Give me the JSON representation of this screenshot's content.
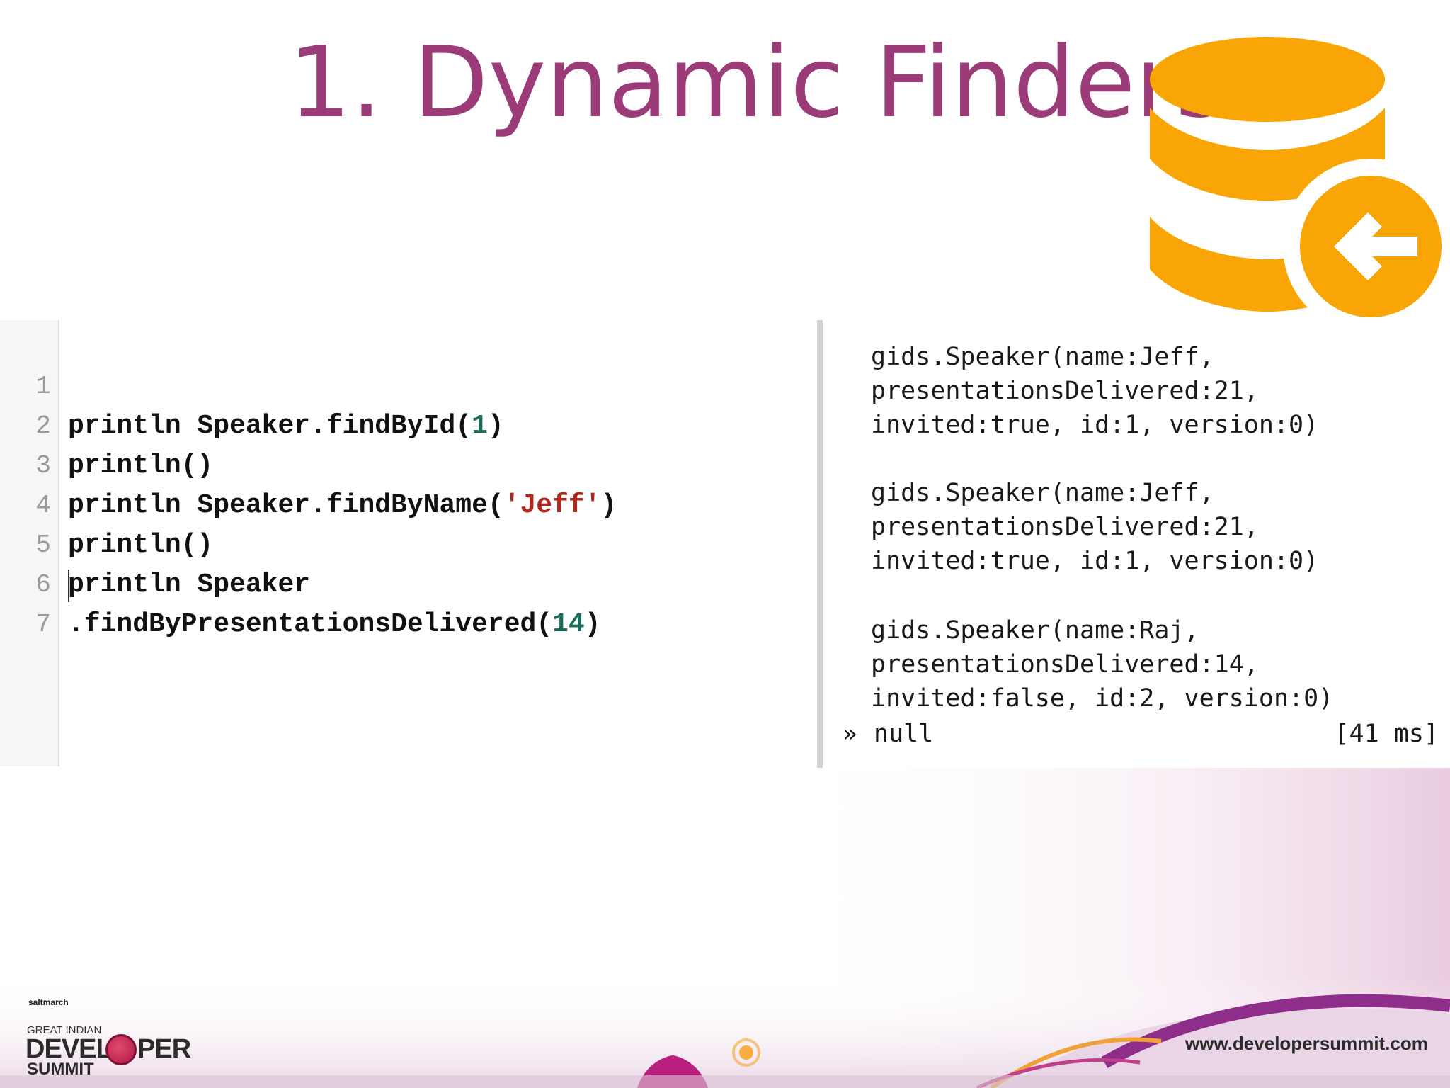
{
  "slide": {
    "title": "1. Dynamic Finders"
  },
  "editor": {
    "lines": [
      {
        "num": "1",
        "parts": [
          "println Speaker.findById(",
          "1",
          ")"
        ]
      },
      {
        "num": "2",
        "parts": [
          "println()"
        ]
      },
      {
        "num": "3",
        "parts": [
          "println Speaker.findByName(",
          "'Jeff'",
          ")"
        ]
      },
      {
        "num": "4",
        "parts": [
          "println()"
        ]
      },
      {
        "num": "5",
        "parts": [
          "println Speaker"
        ]
      },
      {
        "num": "6",
        "parts": [
          ".findByPresentationsDelivered(",
          "14",
          ")"
        ]
      },
      {
        "num": "7",
        "parts": [
          ""
        ]
      }
    ]
  },
  "output": {
    "lines": [
      "gids.Speaker(name:Jeff,",
      "presentationsDelivered:21,",
      "invited:true, id:1, version:0)",
      "gids.Speaker(name:Jeff,",
      "presentationsDelivered:21,",
      "invited:true, id:1, version:0)",
      "gids.Speaker(name:Raj,",
      "presentationsDelivered:14,",
      "invited:false, id:2, version:0)"
    ],
    "prompt": "»",
    "result": "null",
    "timing": "[41 ms]"
  },
  "footer": {
    "logo_small": "saltmarch",
    "logo_great": "GREAT INDIAN",
    "logo_devel": "DEVEL",
    "logo_per": "PER",
    "logo_summit": "SUMMIT",
    "url": "www.developersummit.com"
  },
  "colors": {
    "title": "#9b3b78",
    "db_icon": "#f9a505",
    "code_number": "#1b6b5a",
    "code_string": "#b3261e"
  }
}
